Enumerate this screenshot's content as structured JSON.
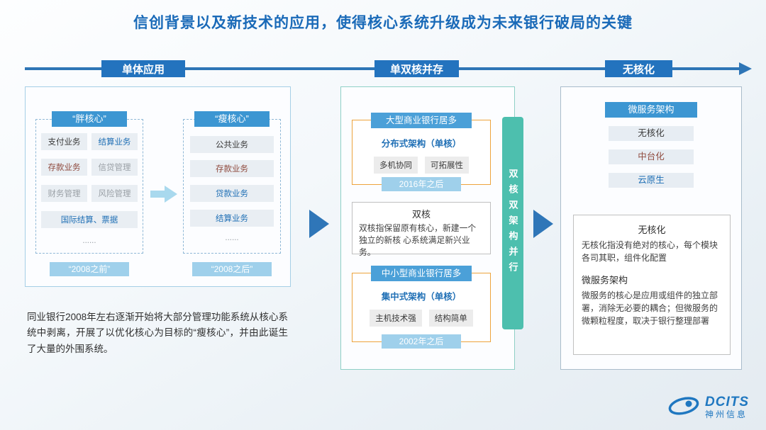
{
  "title": "信创背景以及新技术的应用，使得核心系统升级成为未来银行破局的关键",
  "timeline": {
    "stages": [
      "单体应用",
      "单双核并存",
      "无核化"
    ]
  },
  "panel_monolith": {
    "fat_core": {
      "title": "“胖核心”",
      "items": [
        "支付业务",
        "结算业务",
        "存款业务",
        "信贷管理",
        "财务管理",
        "风险管理",
        "国际结算、票据",
        "......"
      ],
      "period": "“2008之前”"
    },
    "thin_core": {
      "title": "“瘦核心”",
      "items": [
        "公共业务",
        "存款业务",
        "贷款业务",
        "结算业务",
        "......"
      ],
      "period": "“2008之后”"
    },
    "description": "同业银行2008年左右逐渐开始将大部分管理功能系统从核心系统中剥离，开展了以优化核心为目标的“瘦核心”，并由此诞生了大量的外围系统。"
  },
  "panel_dual": {
    "top": {
      "header": "大型商业银行居多",
      "arch": "分布式架构（单核）",
      "tags": [
        "多机协同",
        "可拓展性"
      ],
      "period": "2016年之后"
    },
    "middle": {
      "title": "双核",
      "text": "双核指保留原有核心，新建一个独立的新核 心系统满足新兴业务。"
    },
    "bottom": {
      "header": "中小型商业银行居多",
      "arch": "集中式架构（单核）",
      "tags": [
        "主机技术强",
        "结构简单"
      ],
      "period": "2002年之后"
    },
    "side_bar": "双核双架构并行"
  },
  "panel_coreless": {
    "header": "微服务架构",
    "items": [
      "无核化",
      "中台化",
      "云原生"
    ],
    "detail": {
      "title1": "无核化",
      "text1": "无核化指没有绝对的核心，每个模块各司其职，组件化配置",
      "title2": "微服务架构",
      "text2": "微服务的核心是应用或组件的独立部署，消除无必要的耦合；但微服务的微颗粒程度，取决于银行整理部署"
    }
  },
  "logo": {
    "brand": "DCITS",
    "company": "神州信息"
  },
  "colors": {
    "title_blue": "#1a6ab8",
    "timeline_blue": "#2373be",
    "header_blue": "#3c96d2",
    "period_blue": "#9fd0eb",
    "teal_bar": "#4dbfae",
    "orange_border": "#eda33c",
    "accent_blue": "#1f6fb5",
    "accent_red": "#8f4a3e",
    "panel1_border": "#a5cfe6",
    "panel2_border": "#8fd0c6",
    "panel3_border": "#a9bccb"
  }
}
